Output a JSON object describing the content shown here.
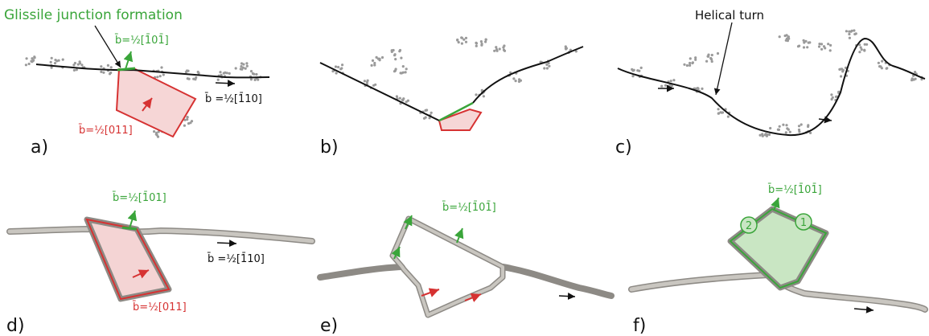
{
  "figure": {
    "panels": [
      {
        "id": "a",
        "label": "a)"
      },
      {
        "id": "b",
        "label": "b)"
      },
      {
        "id": "c",
        "label": "c)"
      },
      {
        "id": "d",
        "label": "d)"
      },
      {
        "id": "e",
        "label": "e)"
      },
      {
        "id": "f",
        "label": "f)"
      }
    ],
    "annotations": {
      "glissile": "Glissile junction formation",
      "helical": "Helical turn"
    },
    "burgers": {
      "green_prefix": "b̄=½",
      "green_vector": "[1̄01̄]",
      "green_vector_d": "[1̄01]",
      "black_prefix": "b̄ =½",
      "black_vector": "[1̄10]",
      "red_prefix": "b̄=½",
      "red_vector": "[011]"
    },
    "markers": {
      "one": "1",
      "two": "2"
    },
    "colors": {
      "green": "#3aa53a",
      "red": "#d63232",
      "atoms": "#9a9a9a",
      "tube": "#b8b4ae",
      "pink_fill": "#f6d6d6",
      "green_fill": "#c9e6c3"
    }
  }
}
